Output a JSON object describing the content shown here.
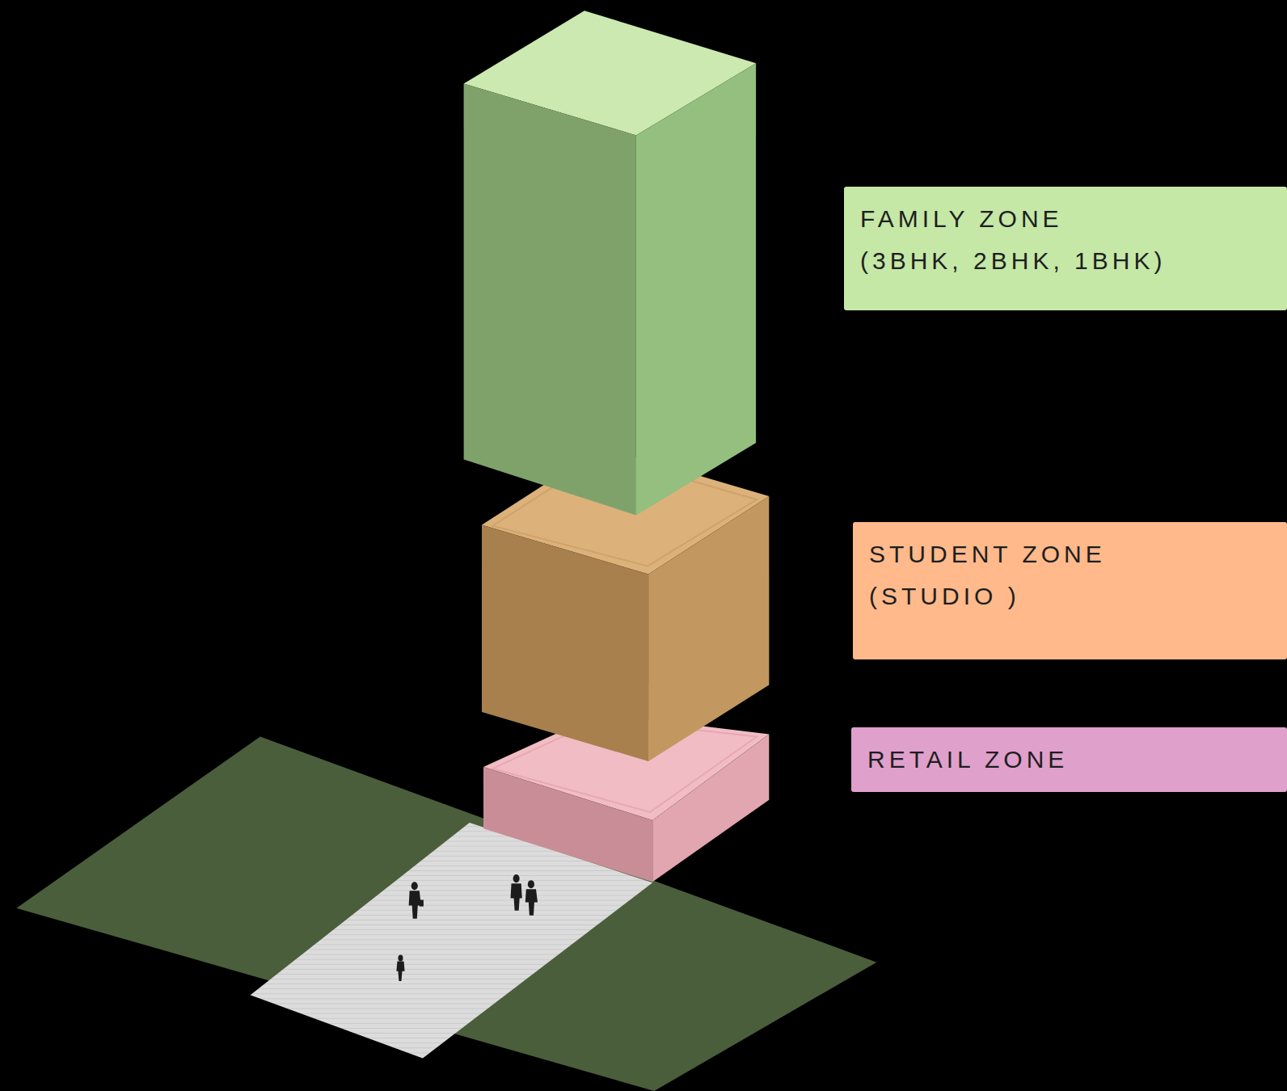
{
  "diagram": {
    "nodes": [
      {
        "text": [
          "FAMILY ZONE",
          "(3BHK, 2BHK, 1BHK)"
        ]
      },
      {
        "text": [
          "STUDENT ZONE",
          "(STUDIO )"
        ]
      },
      {
        "text": [
          "RETAIL ZONE"
        ]
      }
    ]
  }
}
